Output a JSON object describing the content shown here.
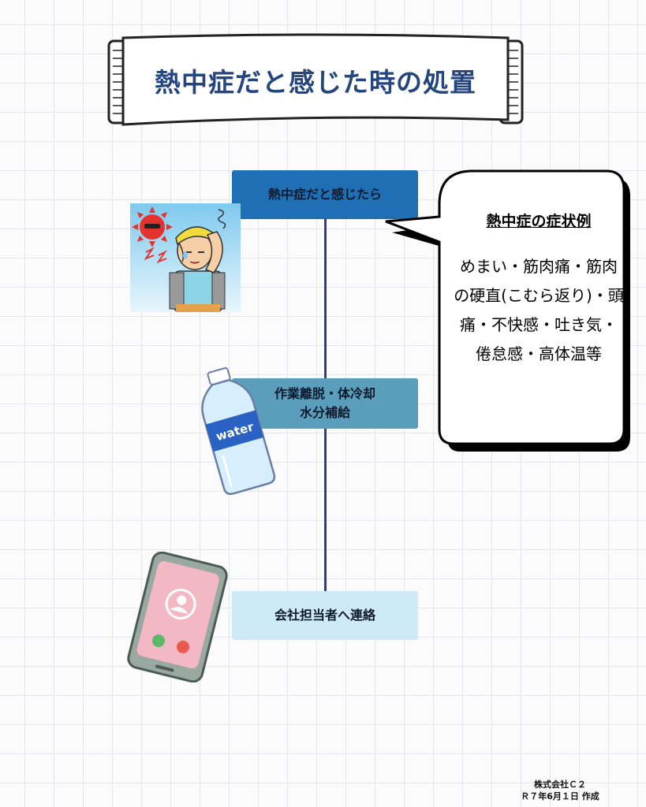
{
  "title": "熱中症だと感じた時の処置",
  "steps": [
    {
      "label": "熱中症だと感じたら"
    },
    {
      "label": "作業離脱・体冷却\n水分補給"
    },
    {
      "label": "会社担当者へ連絡"
    }
  ],
  "symptoms": {
    "title": "熱中症の症状例",
    "body": "めまい・筋肉痛・筋肉の硬直(こむら返り)・頭痛・不快感・吐き気・倦怠感・高体温等"
  },
  "bottle": {
    "label": "water"
  },
  "footer": {
    "company": "株式会社Ｃ２",
    "date": "Ｒ７年6月１日 作成"
  },
  "colors": {
    "title": "#24457e",
    "step1": "#1f6fb5",
    "step2": "#5b9ebb",
    "step3": "#cfeaf7",
    "line": "#2a3f8c"
  }
}
